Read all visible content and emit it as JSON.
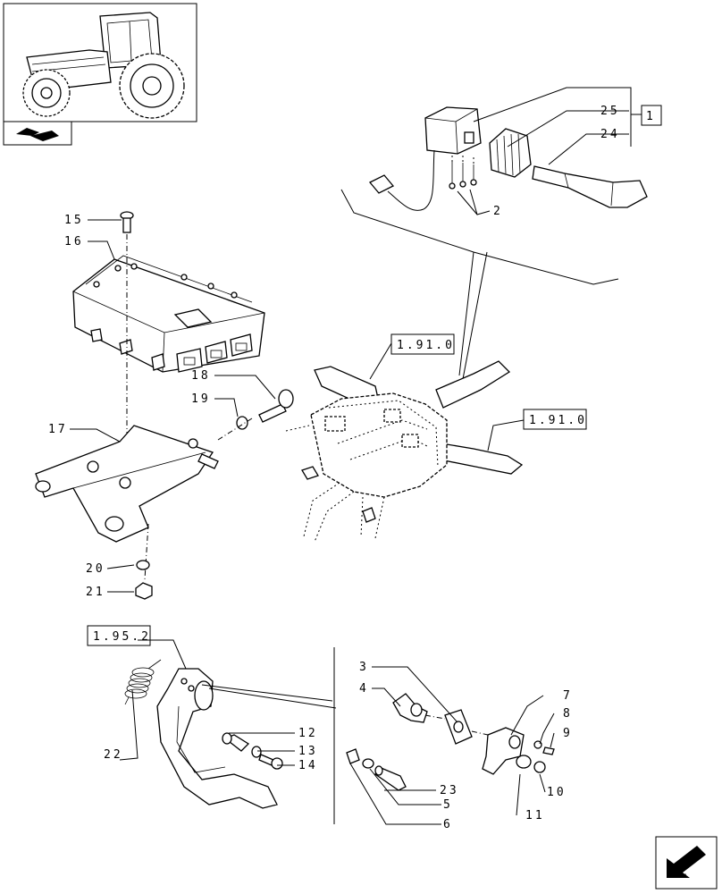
{
  "refs": {
    "r1": "1",
    "r1910a": "1.91.0",
    "r1910b": "1.91.0",
    "r1952": "1.95.2"
  },
  "callouts": {
    "c2": "2",
    "c3": "3",
    "c4": "4",
    "c5": "5",
    "c6": "6",
    "c7": "7",
    "c8": "8",
    "c9": "9",
    "c10": "10",
    "c11": "11",
    "c12": "12",
    "c13": "13",
    "c14": "14",
    "c15": "15",
    "c16": "16",
    "c17": "17",
    "c18": "18",
    "c19": "19",
    "c20": "20",
    "c21": "21",
    "c22": "22",
    "c23": "23",
    "c24": "24",
    "c25": "25"
  },
  "icons": {
    "thumbnail": "tractor-thumbnail-icon",
    "section": "section-marker-icon",
    "next": "next-page-arrow-icon"
  }
}
